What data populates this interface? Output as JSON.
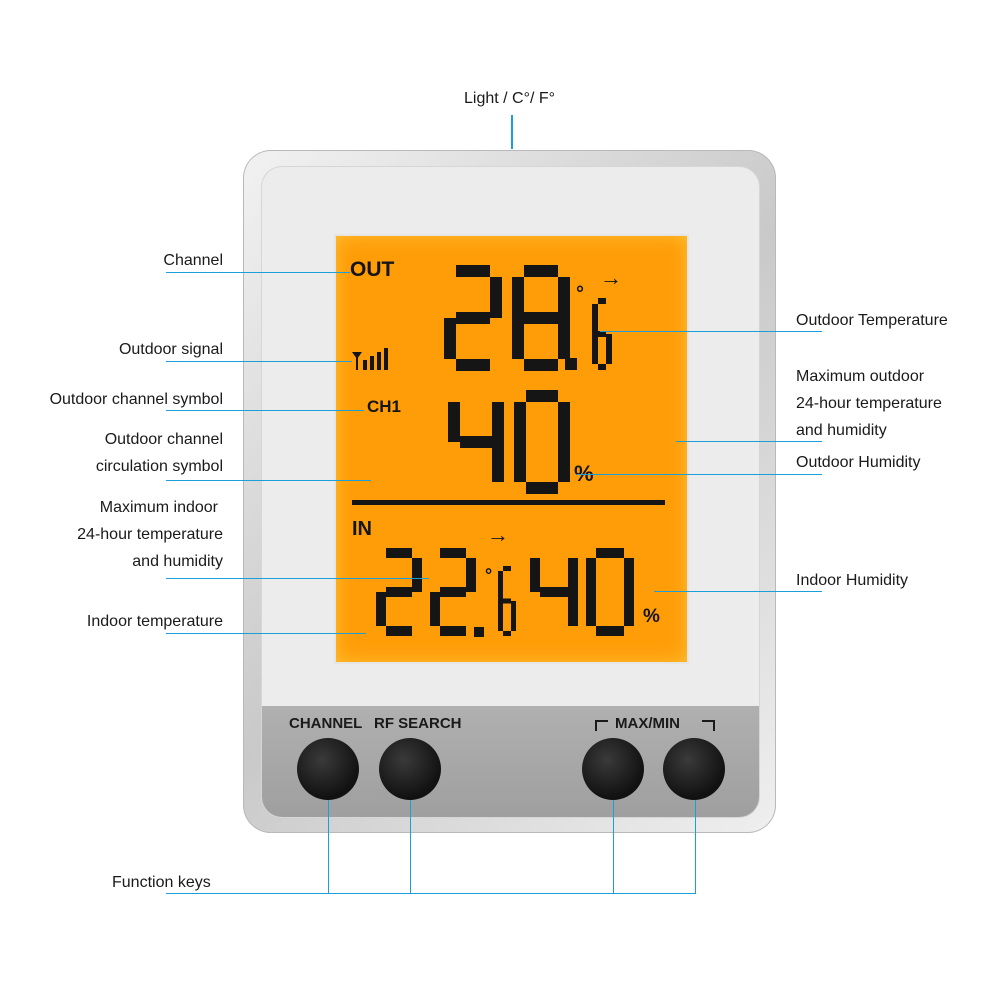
{
  "callouts": {
    "light": "Light / C°/ F°",
    "channel": "Channel",
    "outdoor_signal": "Outdoor signal",
    "outdoor_channel_symbol": "Outdoor channel symbol",
    "circulation_1": "Outdoor channel",
    "circulation_2": "circulation symbol",
    "max_indoor_1": "Maximum indoor",
    "max_indoor_2": "24-hour temperature",
    "max_indoor_3": "and humidity",
    "indoor_temperature": "Indoor temperature",
    "function_keys": "Function keys",
    "outdoor_temperature": "Outdoor Temperature",
    "max_outdoor_1": "Maximum outdoor",
    "max_outdoor_2": "24-hour temperature",
    "max_outdoor_3": "and humidity",
    "outdoor_humidity": "Outdoor Humidity",
    "indoor_humidity": "Indoor Humidity"
  },
  "lcd": {
    "out_label": "OUT",
    "in_label": "IN",
    "channel": "CH1",
    "outdoor_temp_int": "28",
    "outdoor_temp_dec": "6",
    "outdoor_humidity": "40",
    "indoor_temp_int": "22",
    "indoor_temp_dec": "6",
    "indoor_humidity": "40",
    "percent": "%",
    "degree": "°",
    "arrow": "→"
  },
  "keys": {
    "channel": "CHANNEL",
    "rf_search": "RF SEARCH",
    "max_min": "MAX/MIN"
  },
  "colors": {
    "callout_line": "#1aa0d8",
    "lcd_backlight": "#ff9d08",
    "segments": "#151515"
  }
}
